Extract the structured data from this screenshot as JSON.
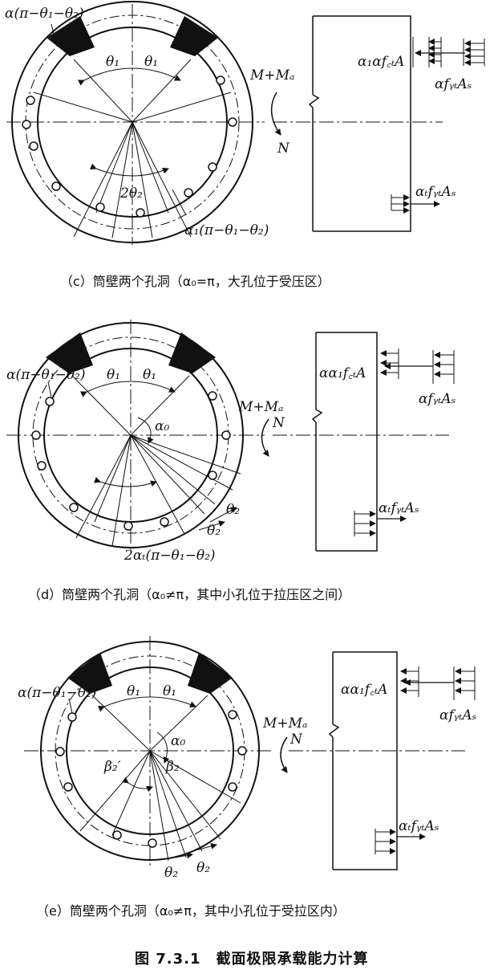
{
  "captions": {
    "c": "（c）筒壁两个孔洞（α₀=π，大孔位于受压区）",
    "d": "（d）筒壁两个孔洞（α₀≠π，其中小孔位于拉压区之间）",
    "e": "（e）筒壁两个孔洞（α₀≠π，其中小孔位于受拉区内）",
    "figure_title": "图 7.3.1　截面极限承载能力计算"
  },
  "labels": {
    "alpha_pi": "α(π−θ₁−θ₂)",
    "theta1": "θ₁",
    "theta2": "θ₂",
    "two_theta2": "2θ₂",
    "alpha1_pi": "α₁(π−θ₁−θ₂)",
    "two_alphat_pi": "2αₜ(π−θ₁−θ₂)",
    "alpha0": "α₀",
    "beta2": "β₂",
    "beta2p": "β₂′",
    "moment": "M+Mₐ",
    "axial": "N",
    "comp_c": "α₁αf꜀ₜA",
    "comp_de": "αα₁f꜀ₜA",
    "steel_comp": "αfᵧₜAₛ",
    "steel_tens": "αₜfᵧₜAₛ"
  },
  "colors": {
    "ink": "#111111",
    "background": "#ffffff"
  }
}
